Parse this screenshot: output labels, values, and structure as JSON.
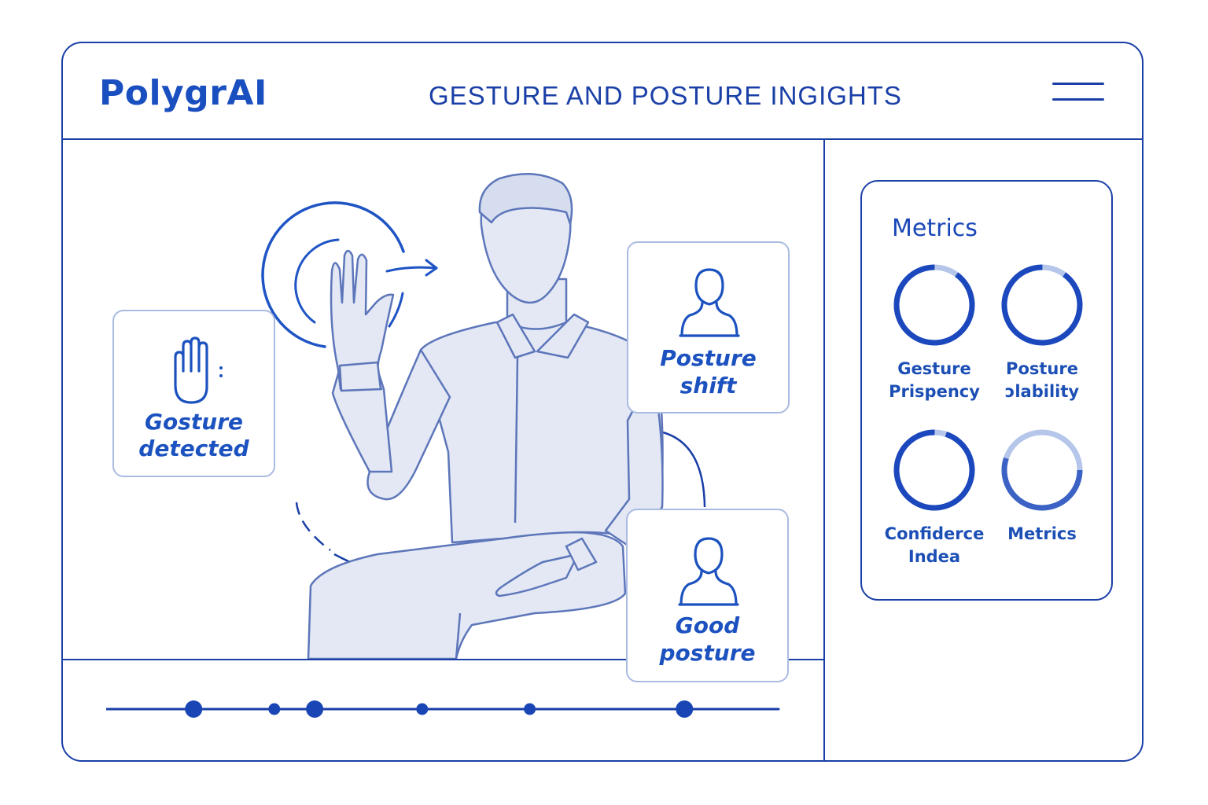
{
  "header": {
    "logo": "PolygrAI",
    "title": "GESTURE AND POSTURE INGIGHTS",
    "menu_icon": "hamburger-menu-icon"
  },
  "video": {
    "cards": [
      {
        "line1": "Gosture",
        "line2": "detected",
        "icon": "hand-icon"
      },
      {
        "line1": "Posture",
        "line2": "shift",
        "icon": "person-icon"
      },
      {
        "line1": "Good",
        "line2": "posture",
        "icon": "person-icon"
      }
    ],
    "timeline": {
      "markers": [
        0.13,
        0.25,
        0.31,
        0.47,
        0.63,
        0.86
      ],
      "major": [
        true,
        false,
        true,
        false,
        false,
        true
      ]
    }
  },
  "metrics": {
    "title": "Metrics",
    "items": [
      {
        "line1": "Gesture",
        "line2": "Prispency",
        "progress": 0.9
      },
      {
        "line1": "Posture",
        "line2": "ɔlability",
        "progress": 0.9
      },
      {
        "line1": "Confiderce",
        "line2": "Indea",
        "progress": 0.95
      },
      {
        "line1": "Metrics",
        "line2": "",
        "progress": 0.55
      }
    ]
  },
  "colors": {
    "primary": "#1a3fa6",
    "accent": "#1c52bf",
    "figure_fill": "#e4e8f3",
    "figure_stroke": "#5872b8",
    "card_border": "#a9bbe2"
  }
}
